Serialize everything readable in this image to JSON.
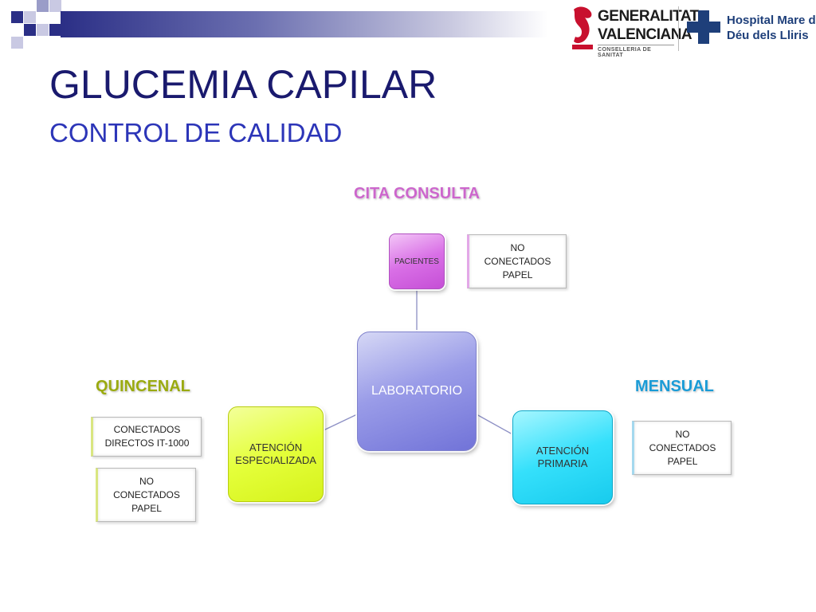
{
  "header": {
    "title": "GLUCEMIA CAPILAR",
    "subtitle": "CONTROL DE CALIDAD"
  },
  "logos": {
    "generalitat": {
      "line1": "GENERALITAT",
      "line2": "VALENCIANA",
      "line3": "CONSELLERIA DE SANITAT"
    },
    "hospital": {
      "line1": "Hospital Mare de",
      "line2": "Déu dels Lliris"
    }
  },
  "labels": {
    "cita": "CITA CONSULTA",
    "quincenal": "QUINCENAL",
    "mensual": "MENSUAL"
  },
  "nodes": {
    "laboratorio": "LABORATORIO",
    "pacientes": "PACIENTES",
    "especializada_l1": "ATENCIÓN",
    "especializada_l2": "ESPECIALIZADA",
    "primaria_l1": "ATENCIÓN",
    "primaria_l2": "PRIMARIA"
  },
  "notes": {
    "pacientes": {
      "l1": "NO",
      "l2": "CONECTADOS",
      "l3": "PAPEL"
    },
    "quincenal_1": {
      "l1": "CONECTADOS",
      "l2": "DIRECTOS IT-1000"
    },
    "quincenal_2": {
      "l1": "NO",
      "l2": "CONECTADOS",
      "l3": "PAPEL"
    },
    "mensual": {
      "l1": "NO",
      "l2": "CONECTADOS",
      "l3": "PAPEL"
    }
  },
  "colors": {
    "title": "#1a1a6e",
    "subtitle": "#2c35b8",
    "laboratorio": "#8082dd",
    "pacientes": "#d96fe6",
    "especializada": "#e4ff3a",
    "primaria": "#35e0fb",
    "cita_label": "#cc66cc",
    "quincenal_label": "#9aaa10",
    "mensual_label": "#1a9bd6"
  }
}
